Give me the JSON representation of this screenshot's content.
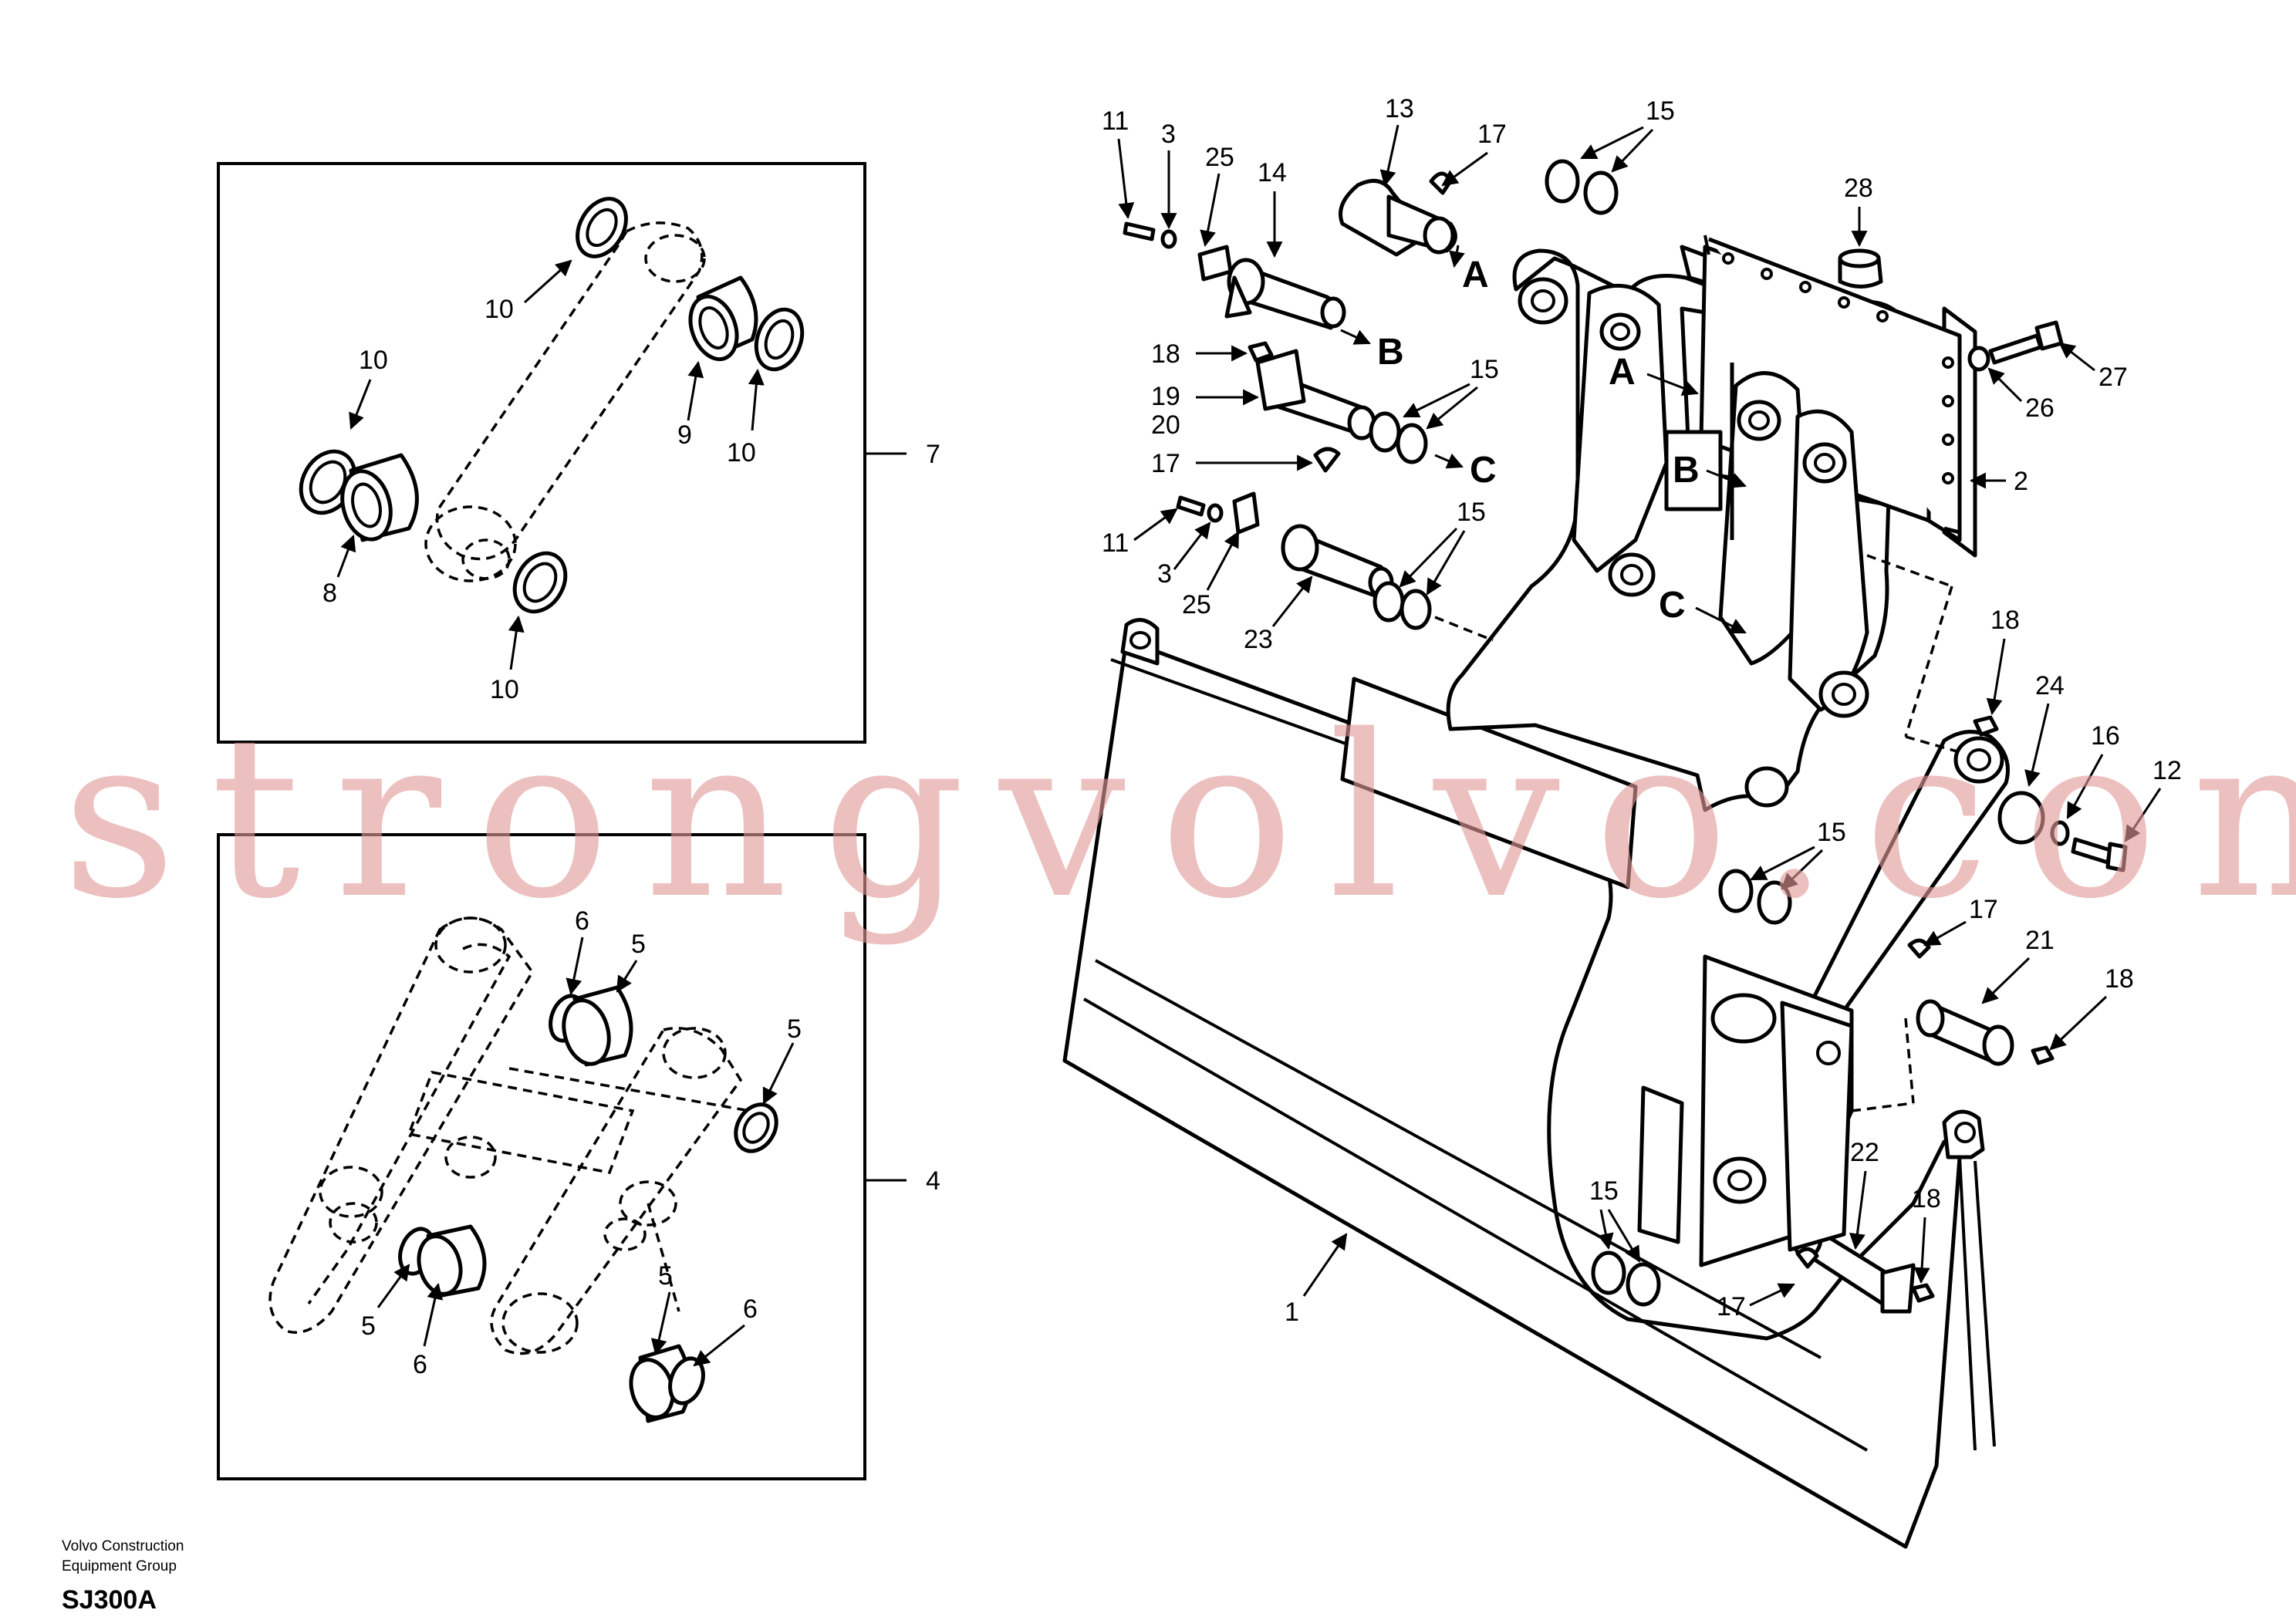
{
  "watermark": "strongvolvo.com",
  "footer": {
    "line1": "Volvo Construction",
    "line2": "Equipment Group",
    "code": "SJ300A"
  },
  "detail_boxes": [
    {
      "callout": "7"
    },
    {
      "callout": "4"
    }
  ],
  "part_numbers": {
    "p1": "1",
    "p2": "2",
    "p3": "3",
    "p4": "4",
    "p5": "5",
    "p6": "6",
    "p7": "7",
    "p8": "8",
    "p9": "9",
    "p10": "10",
    "p11": "11",
    "p12": "12",
    "p13": "13",
    "p14": "14",
    "p15": "15",
    "p16": "16",
    "p17": "17",
    "p18": "18",
    "p19": "19",
    "p20": "20",
    "p21": "21",
    "p22": "22",
    "p23": "23",
    "p24": "24",
    "p25": "25",
    "p26": "26",
    "p27": "27",
    "p28": "28"
  },
  "pin_letters": {
    "a": "A",
    "b": "B",
    "c": "C"
  },
  "icons": {
    "arrow": "arrowhead-icon",
    "bushing": "bushing-icon",
    "seal": "seal-ring-icon",
    "bolt": "bolt-icon",
    "pin": "pin-icon"
  },
  "colors": {
    "line": "#000000",
    "watermark": "#e29a9a",
    "background": "#ffffff"
  }
}
